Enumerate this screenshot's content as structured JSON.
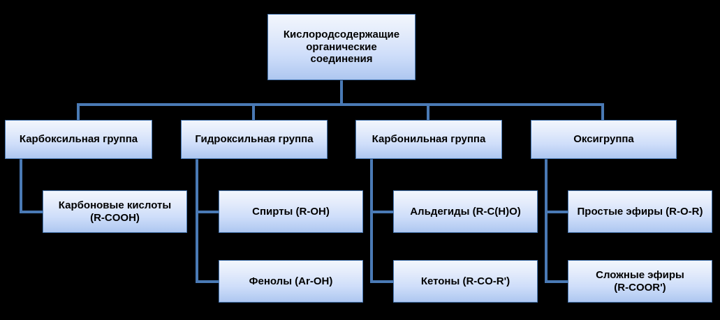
{
  "diagram": {
    "title_text": "Кислородсодержащие органические соединения",
    "colors": {
      "background": "#000000",
      "box_border": "#4a7ab5",
      "box_fill_top": "#f2f6fd",
      "box_fill_bottom": "#aec7f0",
      "connector": "#4a7ab5",
      "text": "#000000"
    },
    "root": {
      "label": "Кислородсодержащие\nорганические\nсоединения"
    },
    "groups": [
      {
        "label": "Карбоксильная группа",
        "children": [
          {
            "label": "Карбоновые кислоты\n(R-COOH)"
          }
        ]
      },
      {
        "label": "Гидроксильная группа",
        "children": [
          {
            "label": "Спирты (R-OH)"
          },
          {
            "label": "Фенолы (Ar-OH)"
          }
        ]
      },
      {
        "label": "Карбонильная группа",
        "children": [
          {
            "label": "Альдегиды (R-C(H)O)"
          },
          {
            "label": "Кетоны (R-CO-R')"
          }
        ]
      },
      {
        "label": "Оксигруппа",
        "children": [
          {
            "label": "Простые эфиры (R-O-R)"
          },
          {
            "label": "Сложные эфиры\n(R-COOR')"
          }
        ]
      }
    ]
  }
}
